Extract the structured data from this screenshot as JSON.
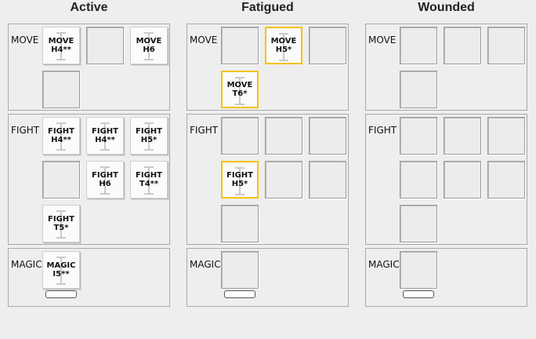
{
  "columns": {
    "active": {
      "title": "Active",
      "move": {
        "label": "MOVE",
        "chits": [
          {
            "l1": "MOVE",
            "l2": "H4**"
          },
          {
            "l1": "MOVE",
            "l2": "H6"
          }
        ]
      },
      "fight": {
        "label": "FIGHT",
        "chits": [
          {
            "l1": "FIGHT",
            "l2": "H4**"
          },
          {
            "l1": "FIGHT",
            "l2": "H4**"
          },
          {
            "l1": "FIGHT",
            "l2": "H5*"
          },
          {
            "l1": "FIGHT",
            "l2": "H6"
          },
          {
            "l1": "FIGHT",
            "l2": "T4**"
          },
          {
            "l1": "FIGHT",
            "l2": "T5*"
          }
        ]
      },
      "magic": {
        "label": "MAGIC",
        "chits": [
          {
            "l1": "MAGIC",
            "l2": "I5**"
          }
        ]
      }
    },
    "fatigued": {
      "title": "Fatigued",
      "move": {
        "label": "MOVE",
        "chits": [
          {
            "l1": "MOVE",
            "l2": "H5*"
          },
          {
            "l1": "MOVE",
            "l2": "T6*"
          }
        ]
      },
      "fight": {
        "label": "FIGHT",
        "chits": [
          {
            "l1": "FIGHT",
            "l2": "H5*"
          }
        ]
      },
      "magic": {
        "label": "MAGIC"
      }
    },
    "wounded": {
      "title": "Wounded",
      "move": {
        "label": "MOVE"
      },
      "fight": {
        "label": "FIGHT"
      },
      "magic": {
        "label": "MAGIC"
      }
    }
  },
  "colors": {
    "highlight": "#f3c200",
    "panel_border": "#a9a9a9",
    "background": "#eeeeee"
  }
}
